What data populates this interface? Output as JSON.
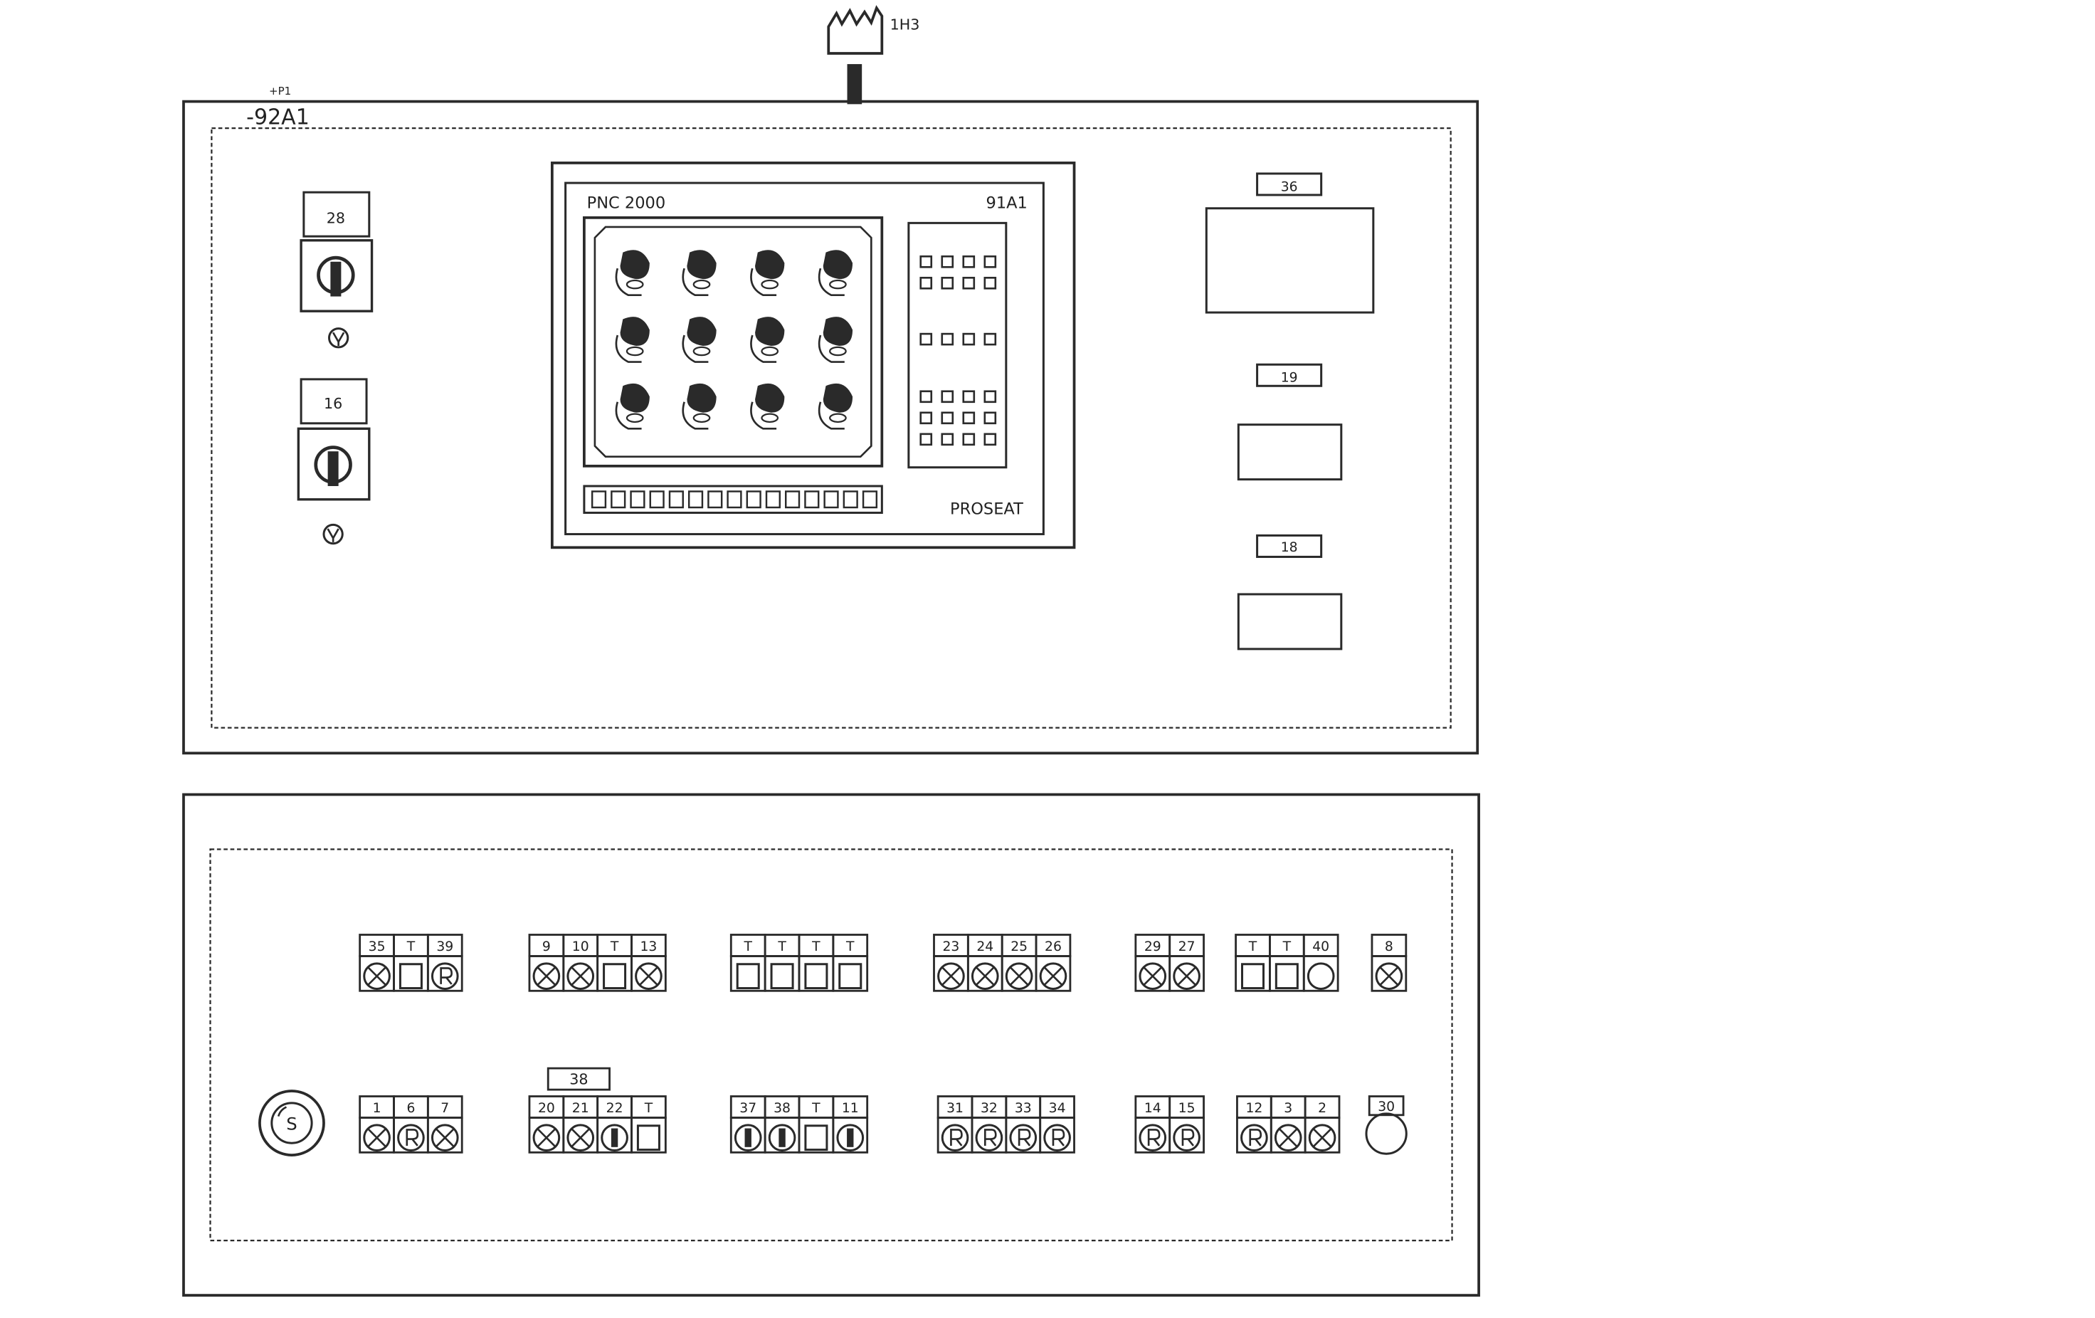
{
  "header": {
    "plug_label": "1H3",
    "location_label": "+P1",
    "panel_label": "-92A1"
  },
  "upper_panel": {
    "left_switches": [
      {
        "label": "28"
      },
      {
        "label": "16"
      }
    ],
    "display_unit": {
      "model": "PNC 2000",
      "id": "91A1",
      "brand": "PROSEAT",
      "seat_symbols": 12,
      "status_leds": 15
    },
    "right_displays": [
      {
        "label": "36"
      },
      {
        "label": "19"
      },
      {
        "label": "18"
      }
    ]
  },
  "lower_panel": {
    "row1": [
      {
        "cells": [
          {
            "label": "35",
            "type": "lamp"
          },
          {
            "label": "T",
            "type": "button"
          },
          {
            "label": "39",
            "type": "r"
          }
        ]
      },
      {
        "cells": [
          {
            "label": "9",
            "type": "lamp"
          },
          {
            "label": "10",
            "type": "lamp"
          },
          {
            "label": "T",
            "type": "button"
          },
          {
            "label": "13",
            "type": "lamp"
          }
        ]
      },
      {
        "cells": [
          {
            "label": "T",
            "type": "button"
          },
          {
            "label": "T",
            "type": "button"
          },
          {
            "label": "T",
            "type": "button"
          },
          {
            "label": "T",
            "type": "button"
          }
        ]
      },
      {
        "cells": [
          {
            "label": "23",
            "type": "lamp"
          },
          {
            "label": "24",
            "type": "lamp"
          },
          {
            "label": "25",
            "type": "lamp"
          },
          {
            "label": "26",
            "type": "lamp"
          }
        ]
      },
      {
        "cells": [
          {
            "label": "29",
            "type": "lamp"
          },
          {
            "label": "27",
            "type": "lamp"
          }
        ]
      },
      {
        "cells": [
          {
            "label": "T",
            "type": "button"
          },
          {
            "label": "T",
            "type": "button"
          },
          {
            "label": "40",
            "type": "circle"
          }
        ]
      },
      {
        "cells": [
          {
            "label": "8",
            "type": "lamp"
          }
        ]
      }
    ],
    "row2": [
      {
        "cells": [
          {
            "label": "1",
            "type": "lamp"
          },
          {
            "label": "6",
            "type": "r"
          },
          {
            "label": "7",
            "type": "lamp"
          }
        ]
      },
      {
        "top_label": "38",
        "cells": [
          {
            "label": "20",
            "type": "lamp"
          },
          {
            "label": "21",
            "type": "lamp"
          },
          {
            "label": "22",
            "type": "i"
          },
          {
            "label": "T",
            "type": "button"
          }
        ]
      },
      {
        "cells": [
          {
            "label": "37",
            "type": "i"
          },
          {
            "label": "38",
            "type": "i"
          },
          {
            "label": "T",
            "type": "button"
          },
          {
            "label": "11",
            "type": "i"
          }
        ]
      },
      {
        "cells": [
          {
            "label": "31",
            "type": "r"
          },
          {
            "label": "32",
            "type": "r"
          },
          {
            "label": "33",
            "type": "r"
          },
          {
            "label": "34",
            "type": "r"
          }
        ]
      },
      {
        "cells": [
          {
            "label": "14",
            "type": "r"
          },
          {
            "label": "15",
            "type": "r"
          }
        ]
      },
      {
        "cells": [
          {
            "label": "12",
            "type": "r"
          },
          {
            "label": "3",
            "type": "lamp"
          },
          {
            "label": "2",
            "type": "lamp"
          }
        ]
      },
      {
        "cells": [
          {
            "label": "30",
            "type": "big-circle"
          }
        ]
      }
    ],
    "emergency_stop": {
      "label": "S"
    }
  }
}
